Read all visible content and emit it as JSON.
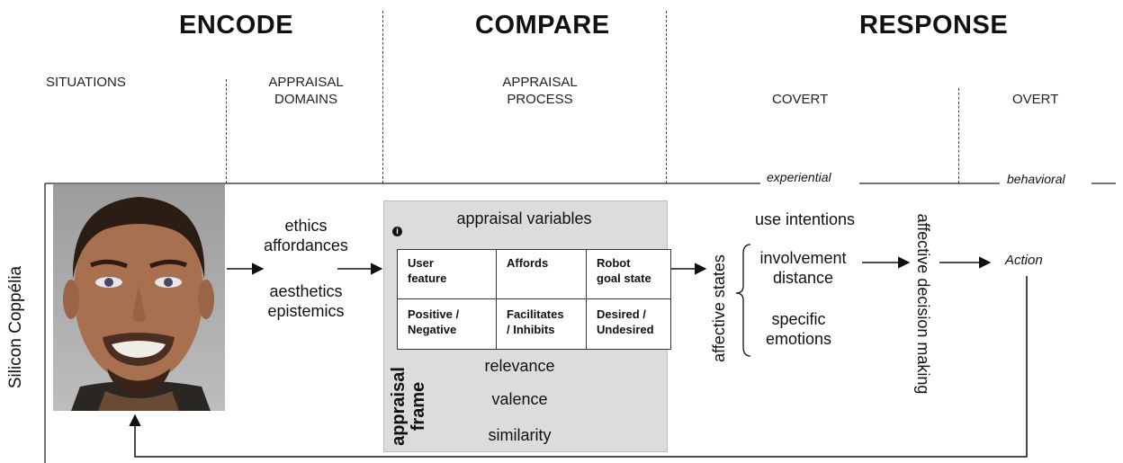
{
  "phases": {
    "encode": "ENCODE",
    "compare": "COMPARE",
    "response": "RESPONSE"
  },
  "columns": {
    "situations": "SITUATIONS",
    "appraisal_domains": [
      "APPRAISAL",
      "DOMAINS"
    ],
    "appraisal_process": [
      "APPRAISAL",
      "PROCESS"
    ],
    "covert": "COVERT",
    "overt": "OVERT"
  },
  "sublabels": {
    "experiential": "experiential",
    "behavioral": "behavioral"
  },
  "side_label": "Silicon Coppélia",
  "domains": {
    "group1": [
      "ethics",
      "affordances"
    ],
    "group2": [
      "aesthetics",
      "epistemics"
    ]
  },
  "appraisal": {
    "variables_title": "appraisal variables",
    "info_marker": "i",
    "table": {
      "headers": [
        [
          "User",
          "feature"
        ],
        [
          "Affords"
        ],
        [
          "Robot",
          "goal state"
        ]
      ],
      "values": [
        [
          "Positive /",
          "Negative"
        ],
        [
          "Facilitates",
          "/ Inhibits"
        ],
        [
          "Desired /",
          "Undesired"
        ]
      ]
    },
    "frame_label": [
      "appraisal",
      "frame"
    ],
    "frame_items": [
      "relevance",
      "valence",
      "similarity"
    ]
  },
  "covert": {
    "affective_states": "affective states",
    "use_intentions": "use intentions",
    "involvement_distance": [
      "involvement",
      "distance"
    ],
    "specific_emotions": [
      "specific",
      "emotions"
    ],
    "decision_making": "affective decision making"
  },
  "overt": {
    "action": "Action"
  },
  "colors": {
    "panel": "#dcdcdc",
    "line": "#222222"
  }
}
